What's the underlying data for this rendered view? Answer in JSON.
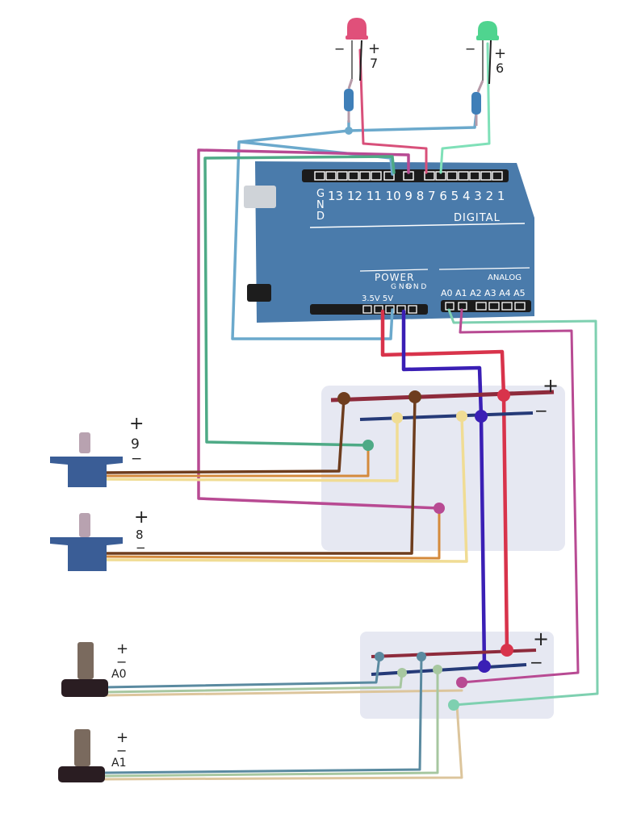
{
  "board": {
    "pin_numbers": "13 12 11 10 9  8   7 6 5 4 3 2 1",
    "gnd_vertical": [
      "G",
      "N",
      "D"
    ],
    "digital_label": "DIGITAL",
    "power_label": "POWER",
    "power_pins": "3.5V 5V",
    "gnd_pair": [
      "G N D",
      "G N D"
    ],
    "analog_label": "ANALOG",
    "analog_pins": "A0 A1 A2 A3 A4 A5"
  },
  "leds": [
    {
      "minus": "−",
      "plus": "+",
      "pin": "7",
      "color": "#e0507a"
    },
    {
      "minus": "−",
      "plus": "+",
      "pin": "6",
      "color": "#4fd48f"
    }
  ],
  "servos": [
    {
      "plus": "+",
      "pin": "9",
      "minus": "−"
    },
    {
      "plus": "+",
      "pin": "8",
      "minus": "−"
    }
  ],
  "pots": [
    {
      "plus": "+",
      "minus": "−",
      "pin": "A0"
    },
    {
      "plus": "+",
      "minus": "−",
      "pin": "A1"
    }
  ],
  "breadboards": [
    {
      "plus": "+",
      "minus": "−"
    },
    {
      "plus": "+",
      "minus": "−"
    }
  ],
  "colors": {
    "board": "#4a7bab",
    "red": "#d8334b",
    "purple": "#3a1fb5",
    "blue_wire": "#6ba9cc",
    "mint": "#7ed0b0",
    "magenta": "#b84a93",
    "brown": "#6e3d1e",
    "orange": "#d48a3c",
    "cream": "#f0dc94",
    "green_wire": "#4eaa86"
  }
}
